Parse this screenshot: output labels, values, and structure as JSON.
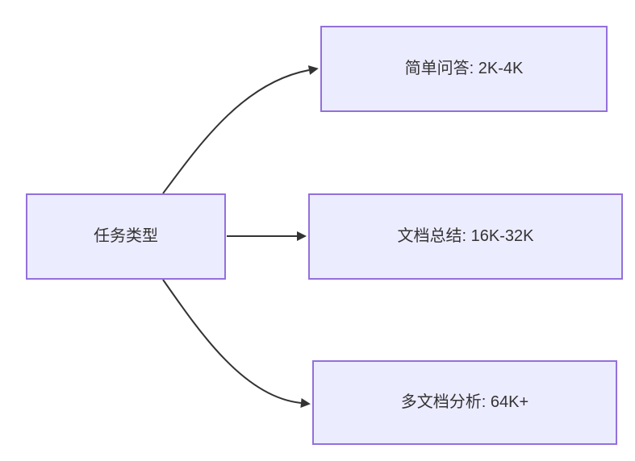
{
  "diagram": {
    "type": "flowchart-left-to-right",
    "colors": {
      "background": "#ffffff",
      "node_fill": "#ECECFF",
      "node_border": "#9370DB",
      "text_color": "#333333",
      "arrow_color": "#333333"
    },
    "nodes": [
      {
        "id": "root",
        "label": "任务类型"
      },
      {
        "id": "qa",
        "label": "简单问答: 2K-4K"
      },
      {
        "id": "summary",
        "label": "文档总结: 16K-32K"
      },
      {
        "id": "multi",
        "label": "多文档分析: 64K+"
      }
    ],
    "edges": [
      {
        "from": "root",
        "to": "qa"
      },
      {
        "from": "root",
        "to": "summary"
      },
      {
        "from": "root",
        "to": "multi"
      }
    ]
  }
}
